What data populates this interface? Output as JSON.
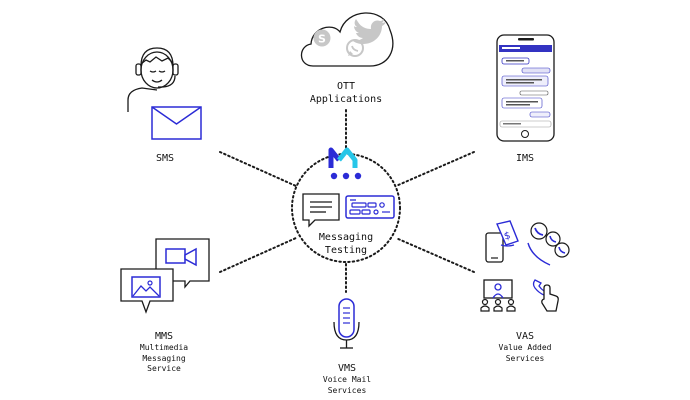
{
  "center": {
    "line1": "Messaging",
    "line2": "Testing"
  },
  "nodes": {
    "ott": {
      "title_line1": "OTT",
      "title_line2": "Applications"
    },
    "sms": {
      "title": "SMS"
    },
    "ims": {
      "title": "IMS"
    },
    "mms": {
      "title": "MMS",
      "sub_line1": "Multimedia",
      "sub_line2": "Messaging",
      "sub_line3": "Service"
    },
    "vms": {
      "title": "VMS",
      "sub_line1": "Voice Mail",
      "sub_line2": "Services"
    },
    "vas": {
      "title": "VAS",
      "sub_line1": "Value Added",
      "sub_line2": "Services"
    }
  },
  "colors": {
    "accent": "#2b2bd6",
    "logo_cyan": "#27c6e8",
    "line": "#1a1a1a"
  },
  "icons": [
    "skype-icon",
    "twitter-icon",
    "whatsapp-icon",
    "cloud-icon",
    "agent-headset-icon",
    "envelope-icon",
    "smartphone-icon",
    "chat-bubble-icon",
    "network-device-icon",
    "video-icon",
    "image-icon",
    "microphone-icon",
    "mobile-payment-icon",
    "phone-call-icon",
    "presentation-icon",
    "touch-phone-icon",
    "brand-logo-icon"
  ]
}
